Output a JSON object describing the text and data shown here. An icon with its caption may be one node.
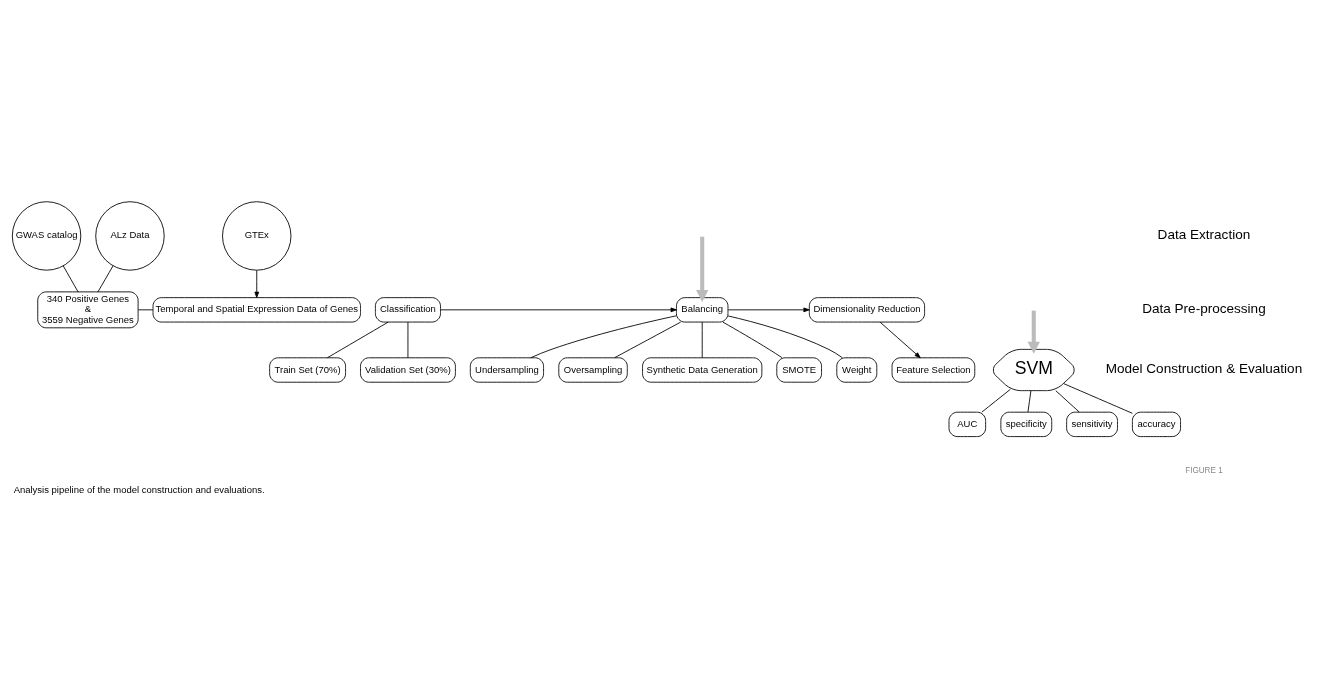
{
  "diagram": {
    "caption": "Analysis pipeline of the model construction and evaluations.",
    "nodes": [
      {
        "text": [
          "GWAS catalog"
        ]
      },
      {
        "text": [
          "ALz Data"
        ]
      },
      {
        "text": [
          "GTEx"
        ]
      },
      {
        "text": [
          "340 Positive Genes",
          "&",
          "3559 Negative Genes"
        ]
      },
      {
        "text": [
          "Temporal and Spatial Expression Data of Genes"
        ]
      },
      {
        "text": [
          "Classification"
        ]
      },
      {
        "text": [
          "Balancing"
        ]
      },
      {
        "text": [
          "Dimensionality Reduction"
        ]
      },
      {
        "text": [
          "Train Set (70%)"
        ]
      },
      {
        "text": [
          "Validation Set (30%)"
        ]
      },
      {
        "text": [
          "Undersampling"
        ]
      },
      {
        "text": [
          "Oversampling"
        ]
      },
      {
        "text": [
          "Synthetic Data Generation"
        ]
      },
      {
        "text": [
          "SMOTE"
        ]
      },
      {
        "text": [
          "Weight"
        ]
      },
      {
        "text": [
          "Feature Selection"
        ]
      },
      {
        "text": [
          "SVM"
        ]
      },
      {
        "text": [
          "AUC"
        ]
      },
      {
        "text": [
          "specificity"
        ]
      },
      {
        "text": [
          "sensitivity"
        ]
      },
      {
        "text": [
          "accuracy"
        ]
      }
    ],
    "edges": [
      {
        "from": 3,
        "to": 0,
        "arrow": "none"
      },
      {
        "from": 3,
        "to": 1,
        "arrow": "none"
      },
      {
        "from": 2,
        "to": 4,
        "arrow": "to"
      },
      {
        "from": 3,
        "to": 4,
        "arrow": "none"
      },
      {
        "from": null,
        "to": 6,
        "arrow": "to",
        "style": "thick",
        "color": "#bbbbbb"
      },
      {
        "from": 5,
        "to": 6,
        "arrow": "to"
      },
      {
        "from": 6,
        "to": 7,
        "arrow": "to"
      },
      {
        "from": 5,
        "to": 8,
        "arrow": "none"
      },
      {
        "from": 5,
        "to": 9,
        "arrow": "none"
      },
      {
        "from": 6,
        "to": 10,
        "arrow": "none"
      },
      {
        "from": 6,
        "to": 11,
        "arrow": "none"
      },
      {
        "from": 6,
        "to": 12,
        "arrow": "none"
      },
      {
        "from": 6,
        "to": 13,
        "arrow": "none"
      },
      {
        "from": 6,
        "to": 14,
        "arrow": "none"
      },
      {
        "from": 7,
        "to": 15,
        "arrow": "to"
      },
      {
        "from": null,
        "to": 16,
        "arrow": "to",
        "style": "thick",
        "color": "#bbbbbb"
      },
      {
        "from": 16,
        "to": 17,
        "arrow": "none"
      },
      {
        "from": 16,
        "to": 18,
        "arrow": "none"
      },
      {
        "from": 16,
        "to": 19,
        "arrow": "none"
      },
      {
        "from": 16,
        "to": 20,
        "arrow": "none"
      }
    ],
    "labels": [
      "Data Extraction",
      "Data Pre-processing",
      "Model Construction & Evaluation",
      "FIGURE 1"
    ]
  }
}
